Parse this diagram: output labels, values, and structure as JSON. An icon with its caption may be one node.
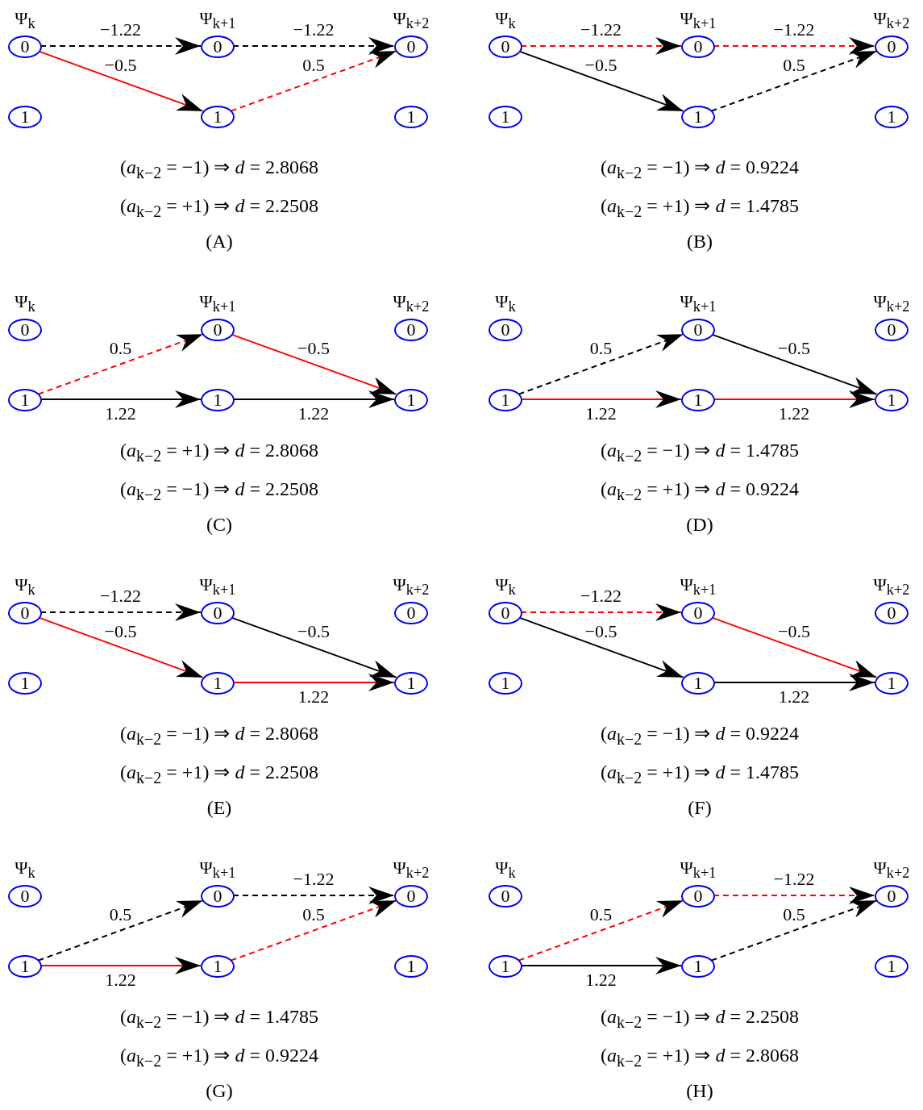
{
  "diagram": {
    "nodes": [
      {
        "text": [
          "0"
        ],
        "beside": [
          "Ψ$_{k}$"
        ]
      },
      {
        "text": [
          "0"
        ],
        "beside": [
          "Ψ$_{k+1}$"
        ]
      },
      {
        "text": [
          "0"
        ],
        "beside": [
          "Ψ$_{k+2}$"
        ]
      },
      {
        "text": [
          "1"
        ]
      },
      {
        "text": [
          "1"
        ]
      },
      {
        "text": [
          "1"
        ]
      },
      {
        "text": [
          "0"
        ],
        "beside": [
          "Ψ$_{k}$"
        ]
      },
      {
        "text": [
          "0"
        ],
        "beside": [
          "Ψ$_{k+1}$"
        ]
      },
      {
        "text": [
          "0"
        ],
        "beside": [
          "Ψ$_{k+2}$"
        ]
      },
      {
        "text": [
          "1"
        ]
      },
      {
        "text": [
          "1"
        ]
      },
      {
        "text": [
          "1"
        ]
      },
      {
        "text": [
          "0"
        ],
        "beside": [
          "Ψ$_{k}$"
        ]
      },
      {
        "text": [
          "0"
        ],
        "beside": [
          "Ψ$_{k+1}$"
        ]
      },
      {
        "text": [
          "0"
        ],
        "beside": [
          "Ψ$_{k+2}$"
        ]
      },
      {
        "text": [
          "1"
        ]
      },
      {
        "text": [
          "1"
        ]
      },
      {
        "text": [
          "1"
        ]
      },
      {
        "text": [
          "0"
        ],
        "beside": [
          "Ψ$_{k}$"
        ]
      },
      {
        "text": [
          "0"
        ],
        "beside": [
          "Ψ$_{k+1}$"
        ]
      },
      {
        "text": [
          "0"
        ],
        "beside": [
          "Ψ$_{k+2}$"
        ]
      },
      {
        "text": [
          "1"
        ]
      },
      {
        "text": [
          "1"
        ]
      },
      {
        "text": [
          "1"
        ]
      },
      {
        "text": [
          "0"
        ],
        "beside": [
          "Ψ$_{k}$"
        ]
      },
      {
        "text": [
          "0"
        ],
        "beside": [
          "Ψ$_{k+1}$"
        ]
      },
      {
        "text": [
          "0"
        ],
        "beside": [
          "Ψ$_{k+2}$"
        ]
      },
      {
        "text": [
          "1"
        ]
      },
      {
        "text": [
          "1"
        ]
      },
      {
        "text": [
          "1"
        ]
      },
      {
        "text": [
          "0"
        ],
        "beside": [
          "Ψ$_{k}$"
        ]
      },
      {
        "text": [
          "0"
        ],
        "beside": [
          "Ψ$_{k+1}$"
        ]
      },
      {
        "text": [
          "0"
        ],
        "beside": [
          "Ψ$_{k+2}$"
        ]
      },
      {
        "text": [
          "1"
        ]
      },
      {
        "text": [
          "1"
        ]
      },
      {
        "text": [
          "1"
        ]
      },
      {
        "text": [
          "0"
        ],
        "beside": [
          "Ψ$_{k}$"
        ]
      },
      {
        "text": [
          "0"
        ],
        "beside": [
          "Ψ$_{k+1}$"
        ]
      },
      {
        "text": [
          "0"
        ],
        "beside": [
          "Ψ$_{k+2}$"
        ]
      },
      {
        "text": [
          "1"
        ]
      },
      {
        "text": [
          "1"
        ]
      },
      {
        "text": [
          "1"
        ]
      },
      {
        "text": [
          "0"
        ],
        "beside": [
          "Ψ$_{k}$"
        ]
      },
      {
        "text": [
          "0"
        ],
        "beside": [
          "Ψ$_{k+1}$"
        ]
      },
      {
        "text": [
          "0"
        ],
        "beside": [
          "Ψ$_{k+2}$"
        ]
      },
      {
        "text": [
          "1"
        ]
      },
      {
        "text": [
          "1"
        ]
      },
      {
        "text": [
          "1"
        ]
      }
    ],
    "edges": [
      {
        "from": 0,
        "to": 1,
        "arrow": "to",
        "label": "−1.22",
        "style": "dashed"
      },
      {
        "from": 1,
        "to": 2,
        "arrow": "to",
        "label": "−1.22",
        "style": "dashed"
      },
      {
        "from": 0,
        "to": 4,
        "arrow": "to",
        "label": "−0.5",
        "color": "#ff0000"
      },
      {
        "from": 4,
        "to": 2,
        "arrow": "to",
        "label": "0.5",
        "style": "dashed",
        "color": "#ff0000"
      },
      {
        "from": 6,
        "to": 7,
        "arrow": "to",
        "label": "−1.22",
        "style": "dashed",
        "color": "#ff0000"
      },
      {
        "from": 7,
        "to": 8,
        "arrow": "to",
        "label": "−1.22",
        "style": "dashed",
        "color": "#ff0000"
      },
      {
        "from": 6,
        "to": 10,
        "arrow": "to",
        "label": "−0.5"
      },
      {
        "from": 10,
        "to": 8,
        "arrow": "to",
        "label": "0.5",
        "style": "dashed"
      },
      {
        "from": 15,
        "to": 13,
        "arrow": "to",
        "label": "0.5",
        "style": "dashed",
        "color": "#ff0000"
      },
      {
        "from": 13,
        "to": 17,
        "arrow": "to",
        "label": "−0.5",
        "color": "#ff0000"
      },
      {
        "from": 15,
        "to": 16,
        "arrow": "to",
        "label": "1.22"
      },
      {
        "from": 16,
        "to": 17,
        "arrow": "to",
        "label": "1.22"
      },
      {
        "from": 21,
        "to": 19,
        "arrow": "to",
        "label": "0.5",
        "style": "dashed"
      },
      {
        "from": 19,
        "to": 23,
        "arrow": "to",
        "label": "−0.5"
      },
      {
        "from": 21,
        "to": 22,
        "arrow": "to",
        "label": "1.22",
        "color": "#ff0000"
      },
      {
        "from": 22,
        "to": 23,
        "arrow": "to",
        "label": "1.22",
        "color": "#ff0000"
      },
      {
        "from": 24,
        "to": 25,
        "arrow": "to",
        "label": "−1.22",
        "style": "dashed"
      },
      {
        "from": 24,
        "to": 28,
        "arrow": "to",
        "label": "−0.5",
        "color": "#ff0000"
      },
      {
        "from": 25,
        "to": 29,
        "arrow": "to",
        "label": "−0.5"
      },
      {
        "from": 28,
        "to": 29,
        "arrow": "to",
        "label": "1.22",
        "color": "#ff0000"
      },
      {
        "from": 30,
        "to": 31,
        "arrow": "to",
        "label": "−1.22",
        "style": "dashed",
        "color": "#ff0000"
      },
      {
        "from": 30,
        "to": 34,
        "arrow": "to",
        "label": "−0.5"
      },
      {
        "from": 31,
        "to": 35,
        "arrow": "to",
        "label": "−0.5",
        "color": "#ff0000"
      },
      {
        "from": 34,
        "to": 35,
        "arrow": "to",
        "label": "1.22"
      },
      {
        "from": 39,
        "to": 37,
        "arrow": "to",
        "label": "0.5",
        "style": "dashed"
      },
      {
        "from": 39,
        "to": 40,
        "arrow": "to",
        "label": "1.22",
        "color": "#ff0000"
      },
      {
        "from": 37,
        "to": 38,
        "arrow": "to",
        "label": "−1.22",
        "style": "dashed"
      },
      {
        "from": 40,
        "to": 38,
        "arrow": "to",
        "label": "0.5",
        "style": "dashed",
        "color": "#ff0000"
      },
      {
        "from": 45,
        "to": 43,
        "arrow": "to",
        "label": "0.5",
        "style": "dashed",
        "color": "#ff0000"
      },
      {
        "from": 45,
        "to": 46,
        "arrow": "to",
        "label": "1.22"
      },
      {
        "from": 43,
        "to": 44,
        "arrow": "to",
        "label": "−1.22",
        "style": "dashed",
        "color": "#ff0000"
      },
      {
        "from": 46,
        "to": 44,
        "arrow": "to",
        "label": "0.5",
        "style": "dashed"
      }
    ],
    "labels": [
      "(*a*$_{k−2}$ = −1) ⇒ *d* = 2.8068",
      "(*a*$_{k−2}$ = +1) ⇒ *d* = 2.2508",
      "(A)",
      "(*a*$_{k−2}$ = −1) ⇒ *d* = 0.9224",
      "(*a*$_{k−2}$ = +1) ⇒ *d* = 1.4785",
      "(B)",
      "(*a*$_{k−2}$ = +1) ⇒ *d* = 2.8068",
      "(*a*$_{k−2}$ = −1) ⇒ *d* = 2.2508",
      "(C)",
      "(*a*$_{k−2}$ = −1) ⇒ *d* = 1.4785",
      "(*a*$_{k−2}$ = +1) ⇒ *d* = 0.9224",
      "(D)",
      "(*a*$_{k−2}$ = −1) ⇒ *d* = 2.8068",
      "(*a*$_{k−2}$ = +1) ⇒ *d* = 2.2508",
      "(E)",
      "(*a*$_{k−2}$ = −1) ⇒ *d* = 0.9224",
      "(*a*$_{k−2}$ = +1) ⇒ *d* = 1.4785",
      "(F)",
      "(*a*$_{k−2}$ = −1) ⇒ *d* = 1.4785",
      "(*a*$_{k−2}$ = +1) ⇒ *d* = 0.9224",
      "(G)",
      "(*a*$_{k−2}$ = −1) ⇒ *d* = 2.2508",
      "(*a*$_{k−2}$ = +1) ⇒ *d* = 2.8068",
      "(H)"
    ]
  }
}
